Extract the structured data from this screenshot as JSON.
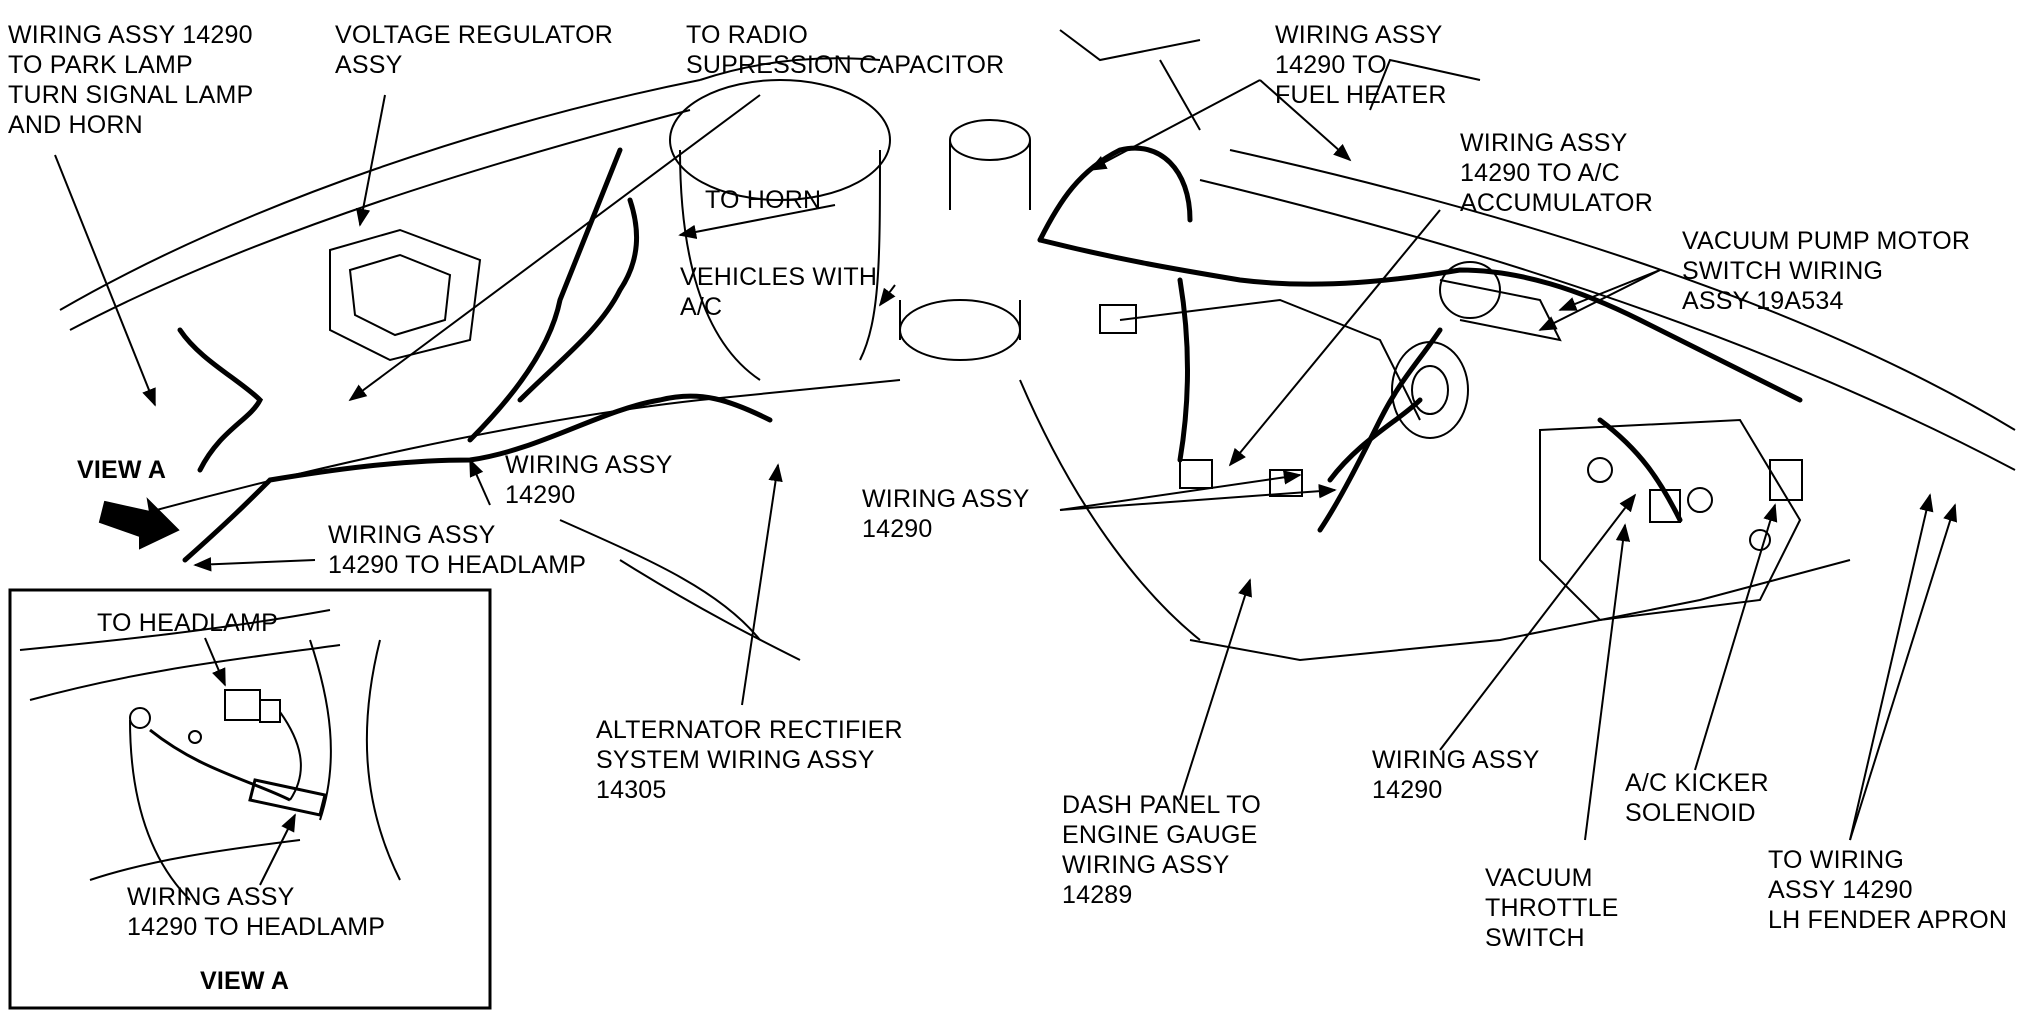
{
  "labels": {
    "park_lamp": "WIRING ASSY 14290\nTO PARK LAMP\nTURN SIGNAL LAMP\nAND HORN",
    "voltage_regulator": "VOLTAGE REGULATOR\nASSY",
    "radio_capacitor": "TO RADIO\nSUPRESSION CAPACITOR",
    "fuel_heater": "WIRING ASSY\n14290 TO\nFUEL HEATER",
    "ac_accumulator": "WIRING ASSY\n14290 TO A/C\nACCUMULATOR",
    "vacuum_pump": "VACUUM PUMP MOTOR\nSWITCH WIRING\nASSY 19A534",
    "to_horn": "TO HORN",
    "vehicles_ac": "VEHICLES WITH\nA/C",
    "view_a_arrow": "VIEW A",
    "wiring_14290_center": "WIRING ASSY\n14290",
    "wiring_14290_right": "WIRING ASSY\n14290",
    "headlamp_main": "WIRING ASSY\n14290 TO HEADLAMP",
    "alternator": "ALTERNATOR RECTIFIER\nSYSTEM WIRING ASSY\n14305",
    "dash_panel": "DASH PANEL TO\nENGINE GAUGE\nWIRING ASSY\n14289",
    "wiring_14290_lower": "WIRING ASSY\n14290",
    "ac_kicker": "A/C KICKER\nSOLENOID",
    "vacuum_throttle": "VACUUM\nTHROTTLE\nSWITCH",
    "lh_fender": "TO WIRING\nASSY 14290\nLH FENDER APRON",
    "inset_to_headlamp": "TO HEADLAMP",
    "inset_headlamp": "WIRING ASSY\n14290 TO HEADLAMP",
    "inset_title": "VIEW A"
  }
}
